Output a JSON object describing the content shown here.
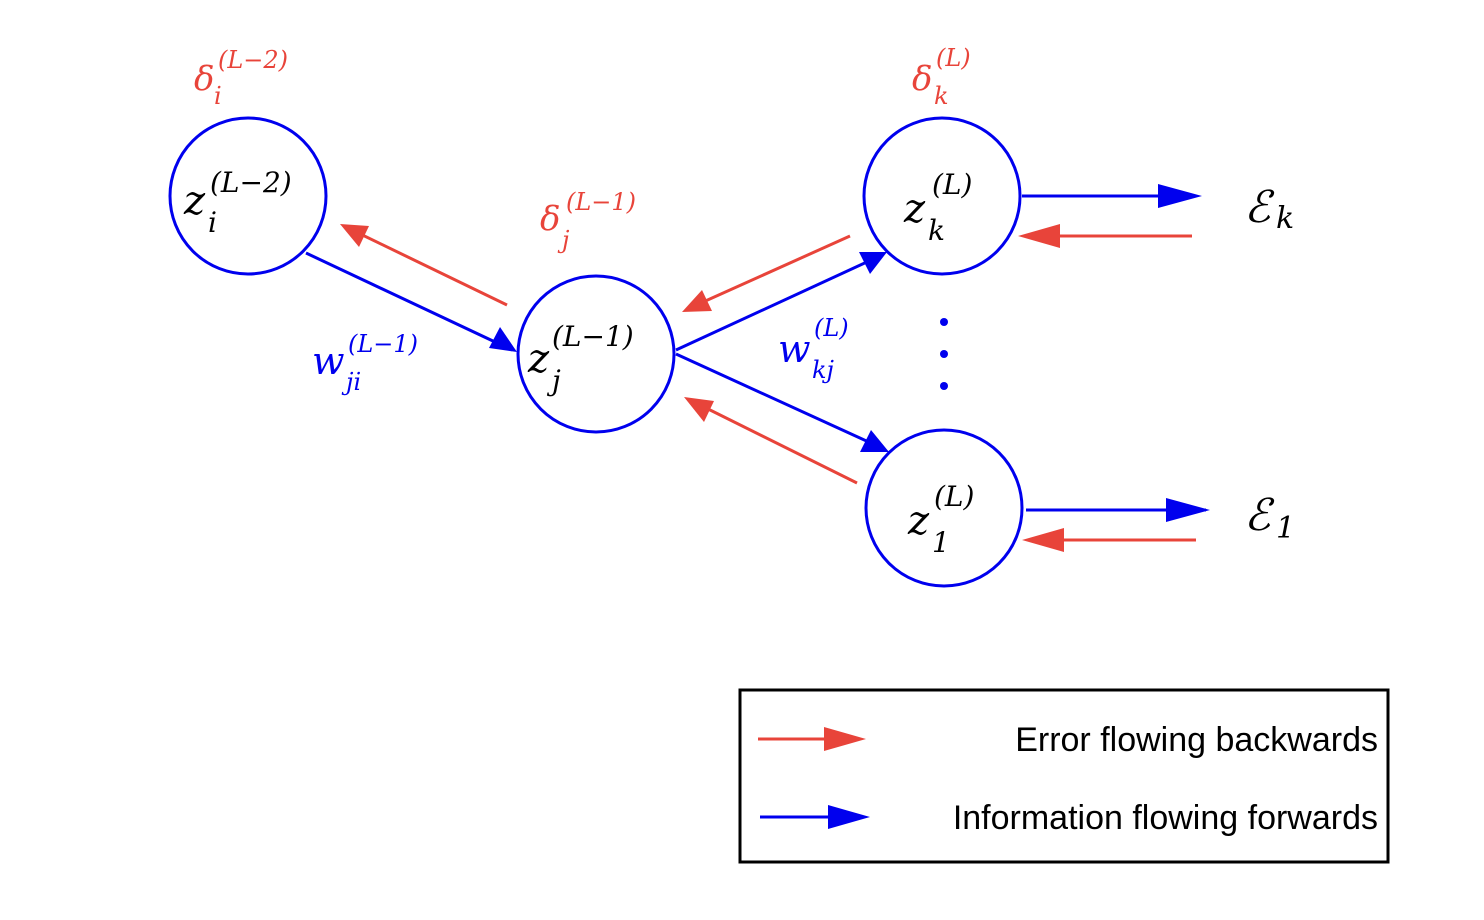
{
  "colors": {
    "error": "#e8443a",
    "info": "#0000ee",
    "node_stroke": "#0000ee",
    "text": "#000000",
    "legend_border": "#000000"
  },
  "nodes": {
    "i": {
      "base": "z",
      "sub": "i",
      "sup": "(L−2)"
    },
    "j": {
      "base": "z",
      "sub": "j",
      "sup": "(L−1)"
    },
    "k": {
      "base": "z",
      "sub": "k",
      "sup": "(L)"
    },
    "one": {
      "base": "z",
      "sub": "1",
      "sup": "(L)"
    }
  },
  "deltas": {
    "i": {
      "base": "δ",
      "sub": "i",
      "sup": "(L−2)"
    },
    "j": {
      "base": "δ",
      "sub": "j",
      "sup": "(L−1)"
    },
    "k": {
      "base": "δ",
      "sub": "k",
      "sup": "(L)"
    }
  },
  "weights": {
    "ji": {
      "base": "w",
      "sub": "ji",
      "sup": "(L−1)"
    },
    "kj": {
      "base": "w",
      "sub": "kj",
      "sup": "(L)"
    }
  },
  "outputs": {
    "k": {
      "base": "ℰ",
      "sub": "k"
    },
    "one": {
      "base": "ℰ",
      "sub": "1"
    }
  },
  "ellipsis": "⋮",
  "legend": {
    "error_label": "Error flowing backwards",
    "info_label": "Information flowing forwards"
  }
}
